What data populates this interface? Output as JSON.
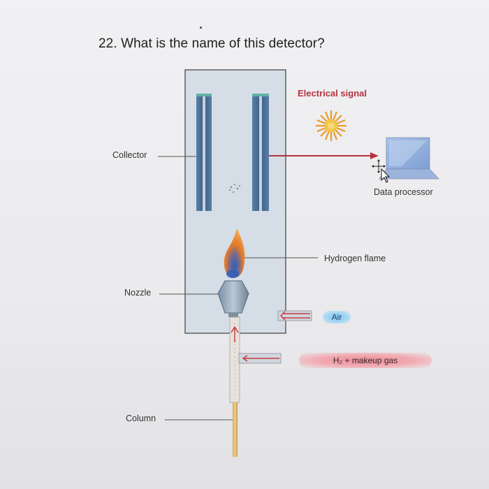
{
  "question": "22. What is the name of this detector?",
  "labels": {
    "collector": "Collector",
    "nozzle": "Nozzle",
    "column": "Column",
    "electrical_signal": "Electrical signal",
    "data_processor": "Data processor",
    "hydrogen_flame": "Hydrogen flame",
    "air": "Air",
    "h2_makeup": "H₂ + makeup gas"
  },
  "colors": {
    "signal_red": "#b3343f",
    "air_blue": "#7fc3ee",
    "gas_pink": "#eb8d96",
    "flame_orange": "#e07a2a",
    "flame_blue": "#2f5fb8",
    "collector_plate": "#4b6f96"
  },
  "icons": [
    "starburst-icon",
    "laptop-icon",
    "cursor-icon"
  ]
}
